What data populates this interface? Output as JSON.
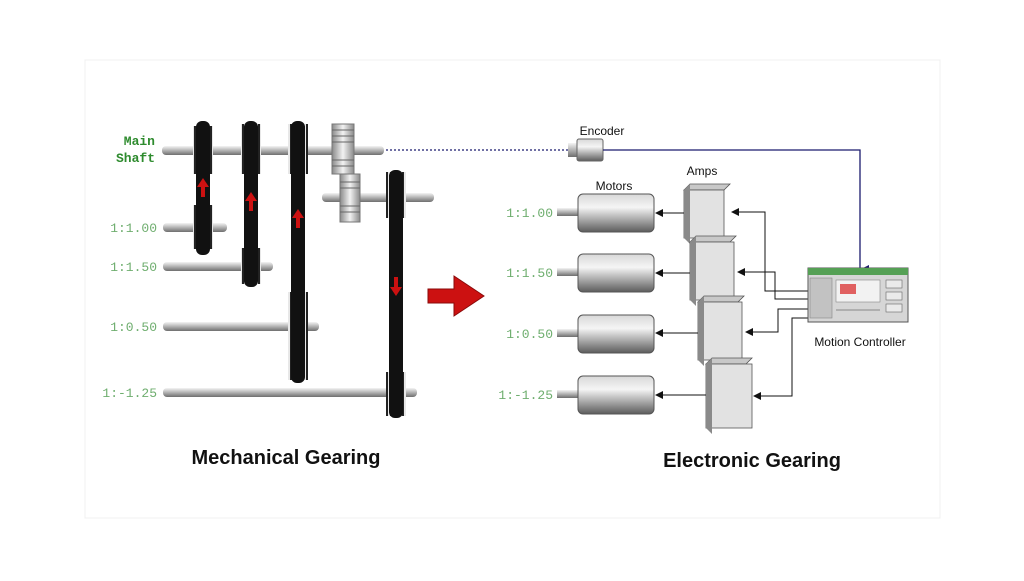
{
  "main_shaft_label": [
    "Main",
    "Shaft"
  ],
  "ratios": [
    "1:1.00",
    "1:1.50",
    "1:0.50",
    "1:-1.25"
  ],
  "mechanical_title": "Mechanical Gearing",
  "electronic_title": "Electronic Gearing",
  "labels": {
    "encoder": "Encoder",
    "amps": "Amps",
    "motors": "Motors",
    "motion_controller": "Motion Controller"
  },
  "colors": {
    "main_shaft_label": "#2e8b2e",
    "ratio_labels": "#6fae6f",
    "arrow_red": "#cc1111",
    "signal_line": "#1b1b6e",
    "belt": "#111111"
  },
  "icons": [
    "up-arrow-icon",
    "down-arrow-icon",
    "right-arrow-icon"
  ]
}
